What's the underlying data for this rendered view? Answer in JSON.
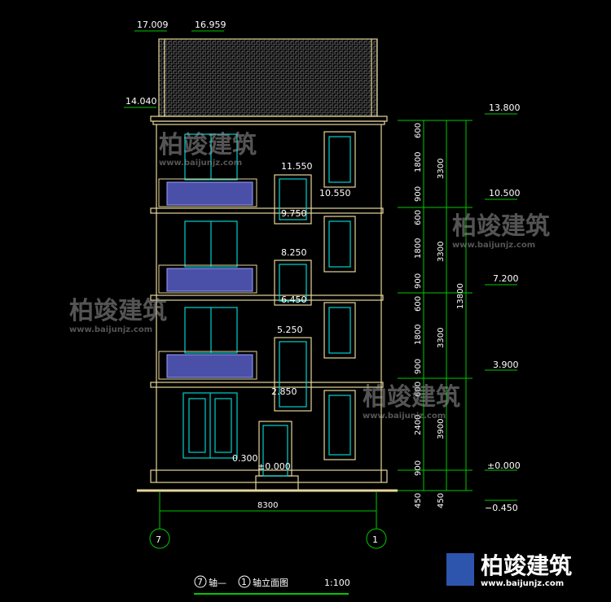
{
  "levels": {
    "l17009": "17.009",
    "l16959": "16.959",
    "l14040": "14.040",
    "l13800": "13.800",
    "l11550": "11.550",
    "l10550": "10.550",
    "l10500": "10.500",
    "l9750": "9.750",
    "l8250": "8.250",
    "l7200": "7.200",
    "l6450": "6.450",
    "l5250": "5.250",
    "l3900": "3.900",
    "l2850": "2.850",
    "l0300": "0.300",
    "l0000a": "±0.000",
    "l0000b": "±0.000",
    "lm0450": "−0.450"
  },
  "dims_inner": [
    "600",
    "1800",
    "900",
    "600",
    "1800",
    "900",
    "600",
    "1800",
    "900",
    "600",
    "2400",
    "900",
    "450"
  ],
  "dims_floor": [
    "3300",
    "3300",
    "3300",
    "3900",
    "450"
  ],
  "dim_total": "13800",
  "dim_width": "8300",
  "axes": {
    "left": "7",
    "right": "1"
  },
  "title": {
    "prefix_axis": "7",
    "mid": "轴—",
    "suffix_axis": "1",
    "tail": "轴立面图",
    "scale": "1:100"
  },
  "watermark": {
    "brand": "柏竣建筑",
    "url": "www.baijunjz.com"
  },
  "colors": {
    "wall": "#e6d69a",
    "window": "#00d0d0",
    "dimension": "#00c800",
    "railing": "#4a50a8",
    "background": "#000000"
  }
}
